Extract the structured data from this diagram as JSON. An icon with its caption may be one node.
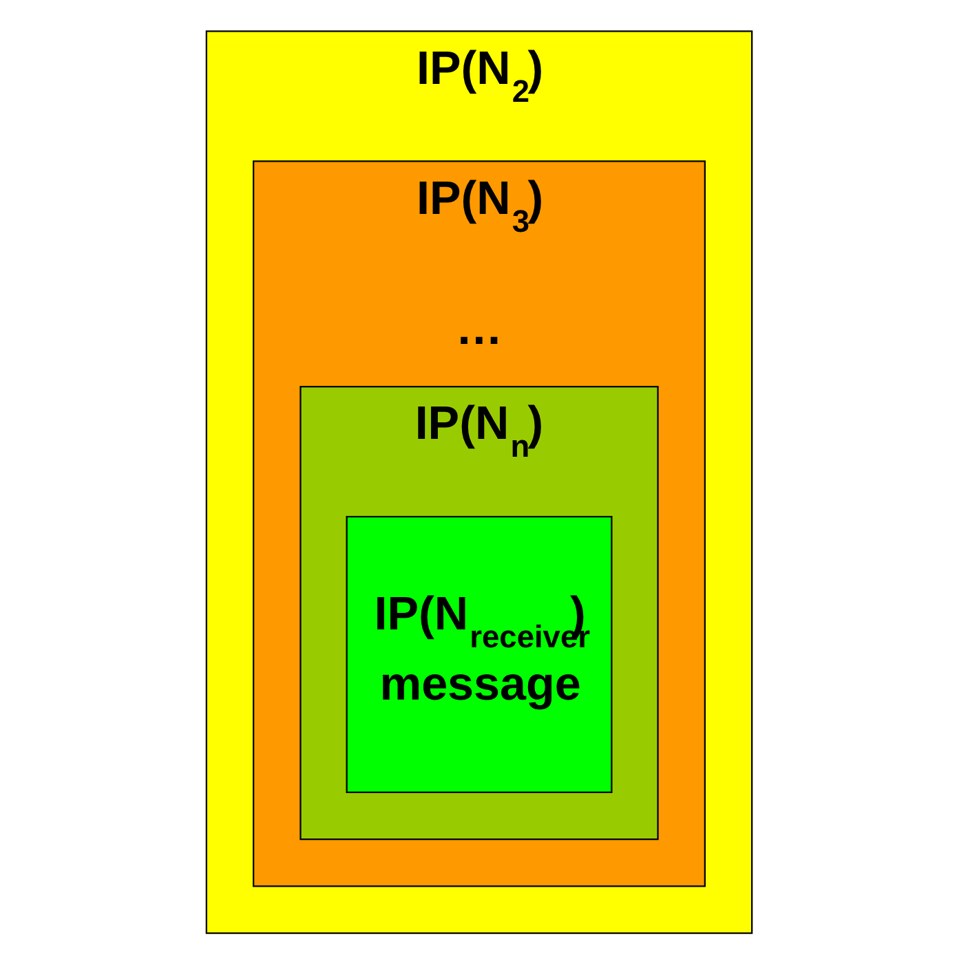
{
  "diagram": {
    "nodes": [
      {
        "text": [
          "IP(N$_{2}$)"
        ]
      },
      {
        "text": [
          "IP(N$_{3}$)"
        ],
        "in": 0
      },
      {
        "text": [
          "IP(N$_{n}$)"
        ],
        "in": 1
      },
      {
        "text": [
          "IP(N$_{receiver}$)",
          "message"
        ],
        "in": 2
      }
    ],
    "edges": [],
    "labels": [
      "…"
    ]
  }
}
